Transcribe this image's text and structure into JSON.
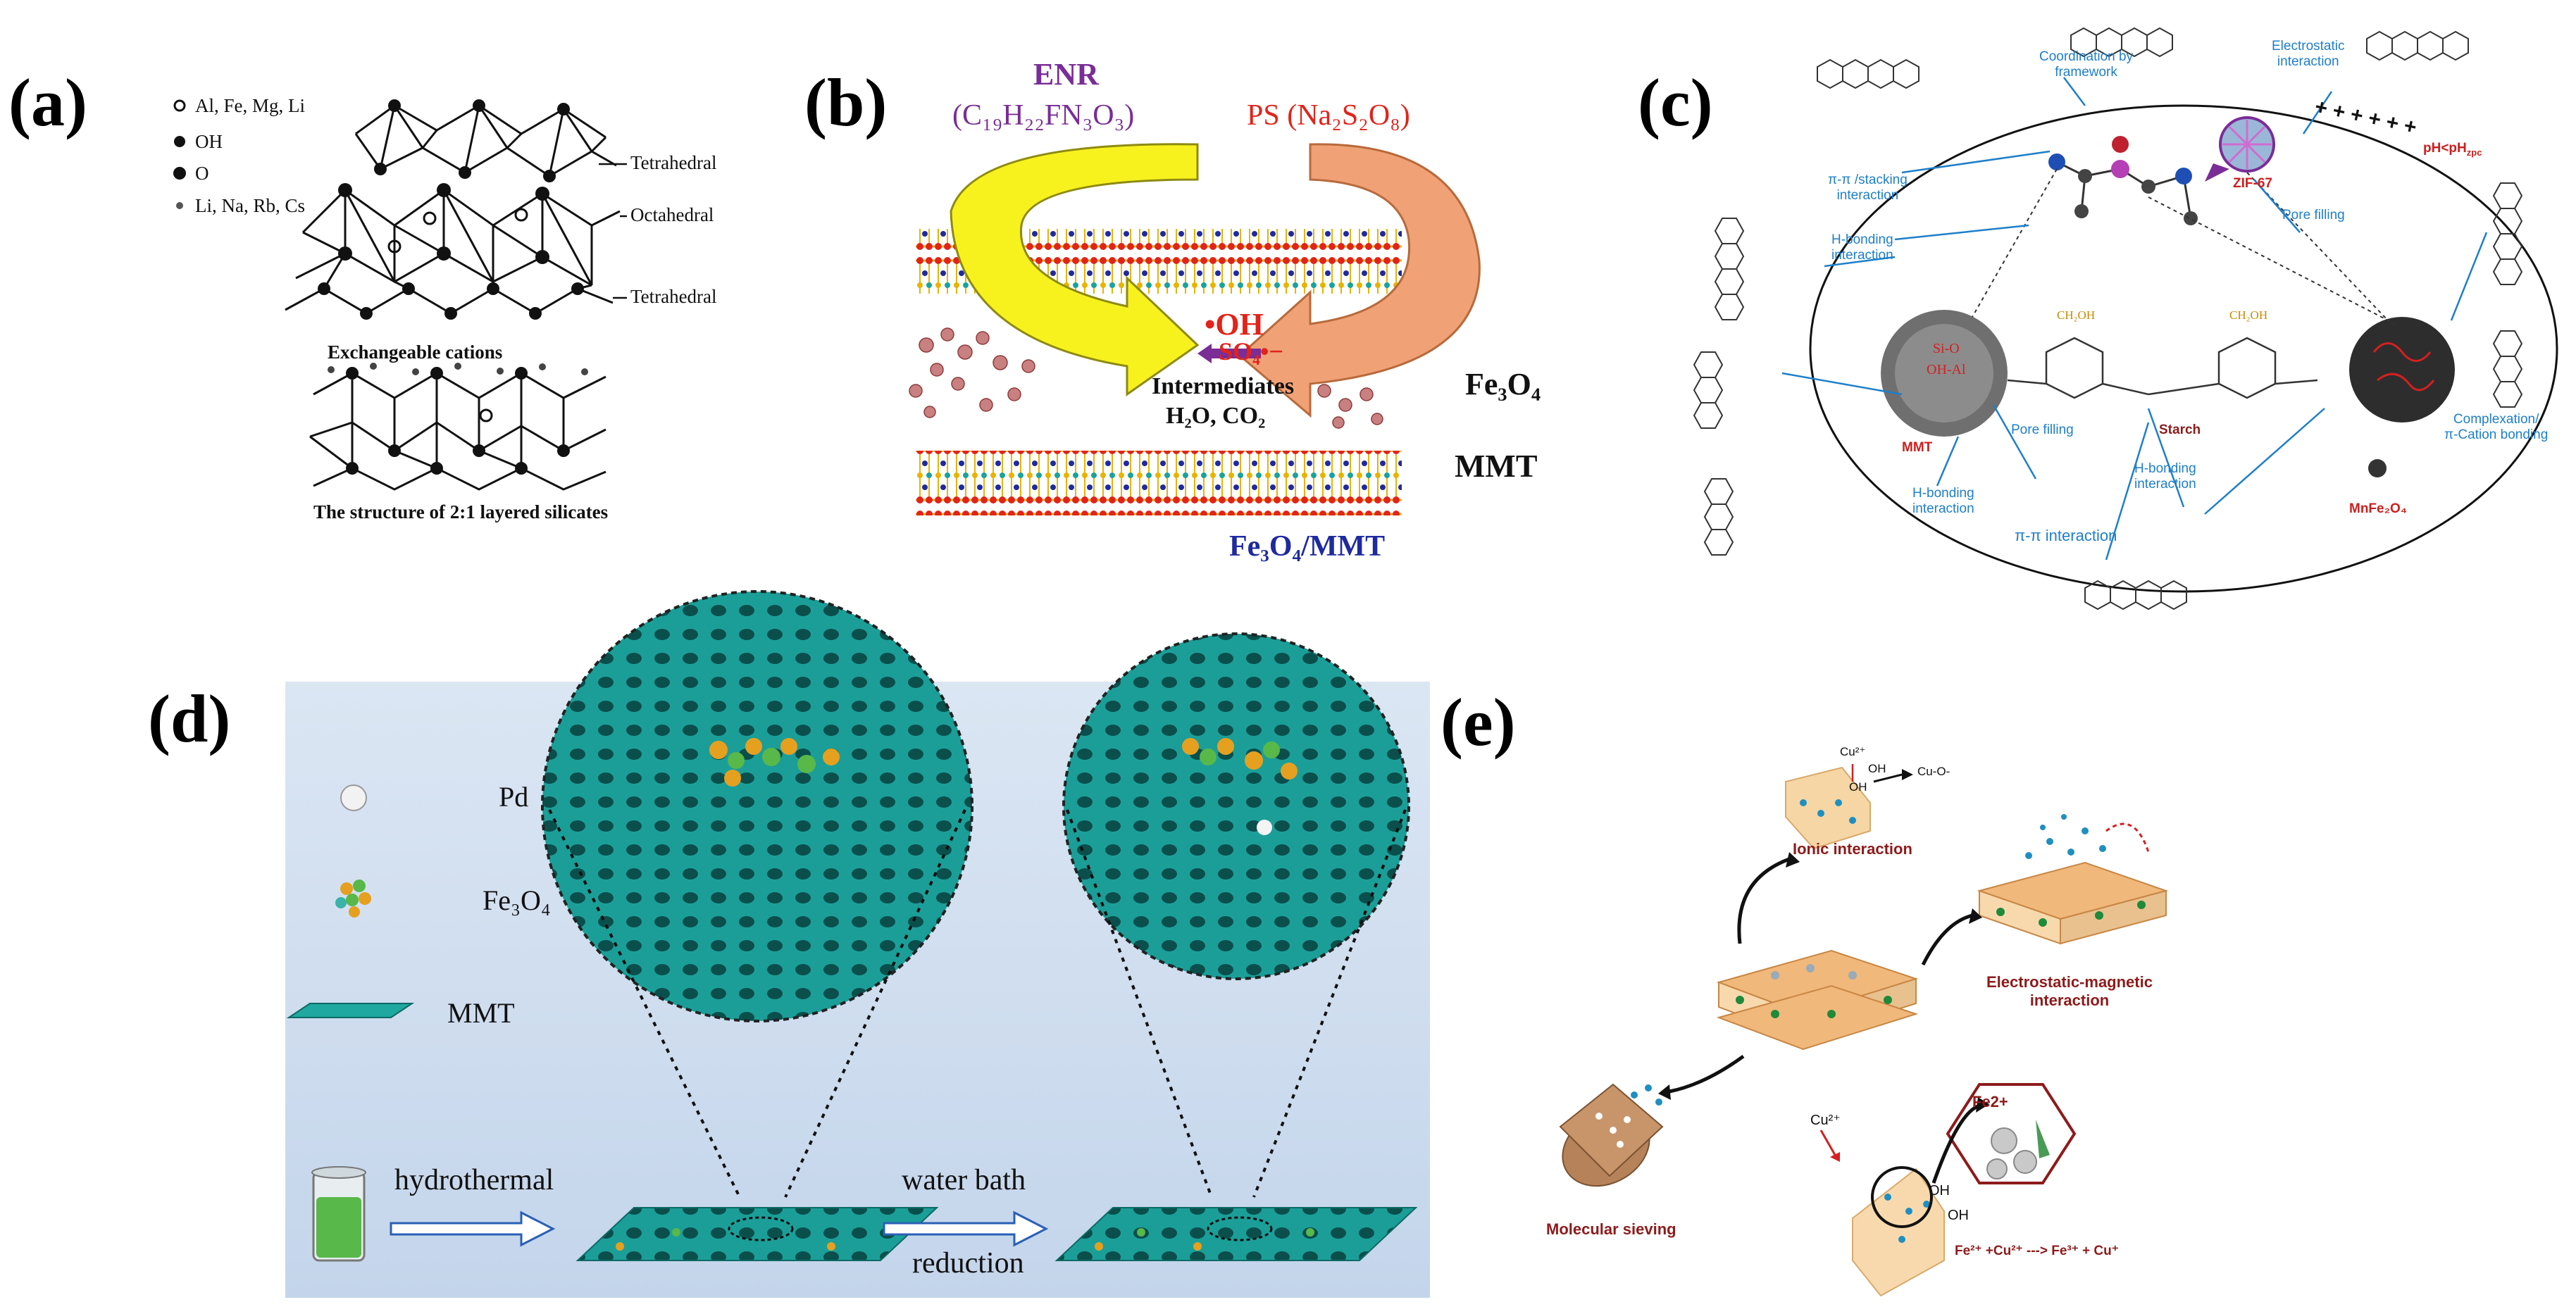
{
  "panels": {
    "a": {
      "letter": "(a)",
      "legend": [
        "Al, Fe, Mg, Li",
        "OH",
        "O",
        "Li, Na, Rb, Cs"
      ],
      "layers": [
        "Tetrahedral",
        "Octahedral",
        "Tetrahedral"
      ],
      "exchangeable": "Exchangeable cations",
      "caption": "The structure of 2:1 layered silicates"
    },
    "b": {
      "letter": "(b)",
      "enr_name": "ENR",
      "enr_formula": "(C₁₉H₂₂FN₃O₃)",
      "ps_formula": "PS (Na₂S₂O₈)",
      "oh_radical": "•OH",
      "so4_radical": "SO₄•−",
      "intermediates": "Intermediates",
      "products": "H₂O, CO₂",
      "fe3o4": "Fe₃O₄",
      "mmt": "MMT",
      "composite": "Fe₃O₄/MMT"
    },
    "c": {
      "letter": "(c)",
      "pi_stacking": [
        "π-π /stacking",
        "interaction"
      ],
      "coordination": [
        "Coordination by",
        "framework"
      ],
      "electrostatic": [
        "Electrostatic",
        "interaction"
      ],
      "ph_label": "pH<pH",
      "ph_sub": "zpc",
      "charges": "+ + + + + +",
      "zif": "ZIF-67",
      "pore_filling_top": "Pore filling",
      "h_bonding_left": [
        "H-bonding",
        "interaction"
      ],
      "mmt_surface": [
        "Si-O",
        "OH-Al"
      ],
      "ch2oh": "CH₂OH",
      "starch": "Starch",
      "mmt": "MMT",
      "pore_filling_bottom": "Pore filling",
      "h_bonding_bottom_left": [
        "H-bonding",
        "interaction"
      ],
      "h_bonding_bottom": [
        "H-bonding",
        "interaction"
      ],
      "mnfe2o4": "MnFe₂O₄",
      "complexation": [
        "Complexation/",
        "π-Cation bonding"
      ],
      "pi_interaction": "π-π interaction"
    },
    "d": {
      "letter": "(d)",
      "legend_pd": "Pd",
      "legend_fe": "Fe₃O₄",
      "legend_mmt": "MMT",
      "step1": "hydrothermal",
      "step2_top": "water bath",
      "step2_bottom": "reduction"
    },
    "e": {
      "letter": "(e)",
      "cu2_top": "Cu²⁺",
      "oh1": "OH",
      "oh2": "OH",
      "cu_o": "Cu-O-",
      "ionic": "Ionic interaction",
      "electrostatic_magnetic": [
        "Electrostatic-magnetic",
        "interaction"
      ],
      "fe2": "Fe2+",
      "cu2_bottom": "Cu²⁺",
      "oh3": "OH",
      "oh4": "OH",
      "reaction": "Fe²⁺ +Cu²⁺ ---> Fe³⁺ + Cu⁺",
      "sieving": "Molecular sieving"
    }
  },
  "colors": {
    "arrow_blue": "#1e7fc9",
    "enr_purple": "#7a2d96",
    "ps_red": "#e2231a",
    "composite_blue": "#1e2a9e",
    "mmt_teal": "#1aa39a",
    "panel_d_bg": "#c9d8ec",
    "dark_red": "#8e1b1b"
  }
}
